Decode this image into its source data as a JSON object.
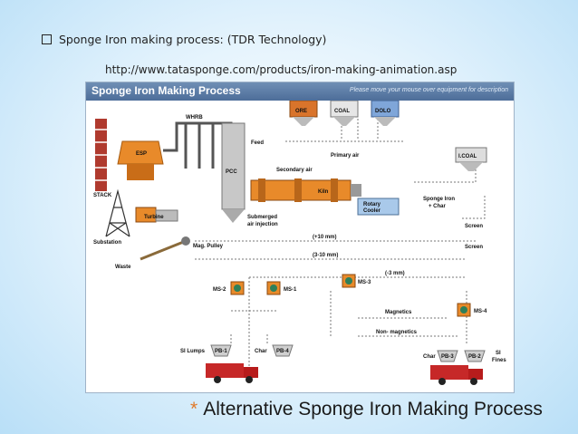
{
  "slide": {
    "bullet_text": "Sponge Iron making process: (TDR Technology)",
    "url_text": "http://www.tatasponge.com/products/iron-making-animation.asp",
    "footer_title": "Alternative Sponge Iron Making Process",
    "footer_marker": "*"
  },
  "panel": {
    "title": "Sponge Iron Making Process",
    "hint": "Please move your mouse over equipment for description"
  },
  "diagram": {
    "hoppers": {
      "ore": "ORE",
      "coal": "COAL",
      "dolo": "DOLO",
      "icoal": "I.COAL"
    },
    "labels": {
      "whrb": "WHRB",
      "esp": "ESP",
      "stack": "STACK",
      "pcc": "PCC",
      "feed": "Feed",
      "primary_air": "Primary air",
      "secondary_air": "Secondary air",
      "kiln": "Kiln",
      "turbine": "Turbine",
      "submerged_1": "Submerged",
      "submerged_2": "air injection",
      "rotary_1": "Rotary",
      "rotary_2": "Cooler",
      "sponge_1": "Sponge Iron",
      "sponge_2": "+ Char",
      "substation": "Substation",
      "screen_1": "Screen",
      "screen_2": "Screen",
      "plus10": "(+10 mm)",
      "mm3_10": "(3-10 mm)",
      "minus3": "(-3 mm)",
      "mag_pulley": "Mag. Pulley",
      "waste": "Waste",
      "ms2": "MS-2",
      "ms1": "MS-1",
      "ms3": "MS-3",
      "ms4": "MS-4",
      "magnetics": "Magnetics",
      "non_magnetics": "Non- magnetics",
      "si_lumps": "SI Lumps",
      "char_left": "Char",
      "pb1": "PB-1",
      "pb4": "PB-4",
      "char_right": "Char",
      "pb3": "PB-3",
      "pb2": "PB-2",
      "si_1": "SI",
      "si_2": "Fines"
    }
  }
}
